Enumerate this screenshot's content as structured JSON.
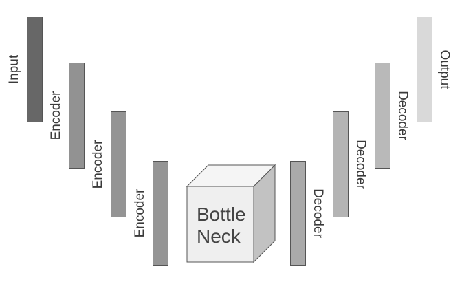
{
  "labels": {
    "input": "Input",
    "encoder": "Encoder",
    "decoder": "Decoder",
    "output": "Output",
    "bottleneck_line1": "Bottle",
    "bottleneck_line2": "Neck"
  },
  "colors": {
    "input": "#676767",
    "encoder1": "#929292",
    "encoder2": "#949494",
    "encoder3": "#959595",
    "decoder1": "#aaaaaa",
    "decoder2": "#b4b4b4",
    "decoder3": "#b9b9b9",
    "output": "#d9d9d9",
    "cube_front": "#efefef",
    "cube_top": "#f5f5f5",
    "cube_side": "#c2c2c2"
  }
}
